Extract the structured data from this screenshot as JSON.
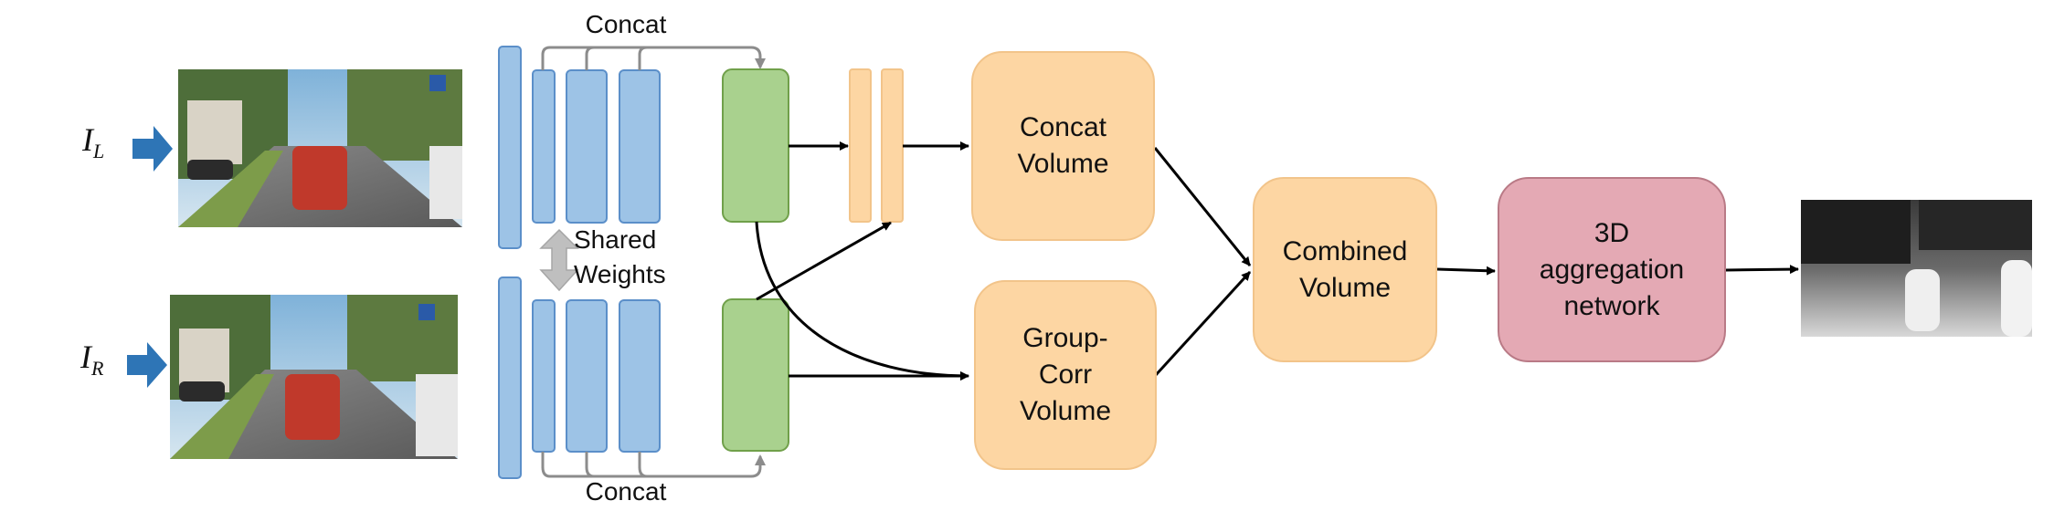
{
  "inputs": {
    "left_symbol": "I",
    "left_subscript": "L",
    "right_symbol": "I",
    "right_subscript": "R"
  },
  "labels": {
    "concat_top": "Concat",
    "concat_bottom": "Concat",
    "shared_weights": "Shared\nWeights"
  },
  "volumes": {
    "concat": "Concat\nVolume",
    "groupcorr": "Group-\nCorr\nVolume",
    "combined": "Combined\nVolume",
    "aggregation": "3D\naggregation\nnetwork"
  },
  "colors": {
    "feature_blue": "#9dc3e6",
    "feature_border": "#5b8fc9",
    "green": "#a9d18e",
    "green_border": "#70a04a",
    "orange": "#fdd6a3",
    "pink": "#e4a9b4",
    "arrow_blue": "#2e75b6",
    "gray": "#a6a6a6"
  }
}
